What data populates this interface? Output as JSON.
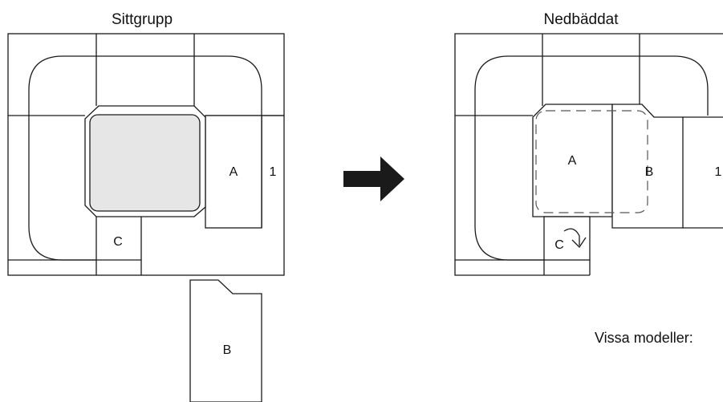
{
  "left_panel": {
    "title": "Sittgrupp",
    "label_a": "A",
    "label_1": "1",
    "label_c": "C",
    "label_b": "B"
  },
  "right_panel": {
    "title": "Nedbäddat",
    "label_a": "A",
    "label_b": "B",
    "label_1": "1",
    "label_c": "C"
  },
  "note": "Vissa modeller:",
  "colors": {
    "line": "#1a1a1a",
    "cushion_fill": "#e6e6e6",
    "arrow": "#1a1a1a"
  },
  "icons": {
    "transition": "right-arrow-icon",
    "rotate": "rotate-arrow-icon"
  }
}
